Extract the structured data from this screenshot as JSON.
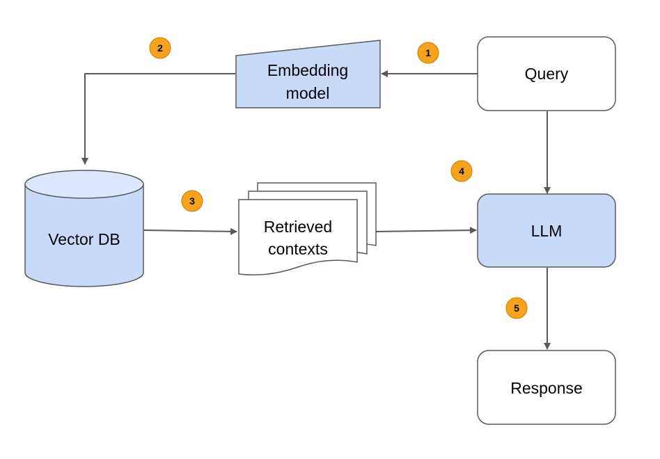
{
  "nodes": {
    "query": {
      "label": "Query"
    },
    "embedding_model": {
      "label_line1": "Embedding",
      "label_line2": "model"
    },
    "vector_db": {
      "label": "Vector DB"
    },
    "retrieved_contexts": {
      "label_line1": "Retrieved",
      "label_line2": "contexts"
    },
    "llm": {
      "label": "LLM"
    },
    "response": {
      "label": "Response"
    }
  },
  "steps": [
    "1",
    "2",
    "3",
    "4",
    "5"
  ],
  "colors": {
    "node_fill_blue": "#c9daf8",
    "node_fill_white": "#ffffff",
    "stroke": "#595959",
    "badge_fill": "#f7a21b",
    "badge_stroke": "#c77b00"
  }
}
